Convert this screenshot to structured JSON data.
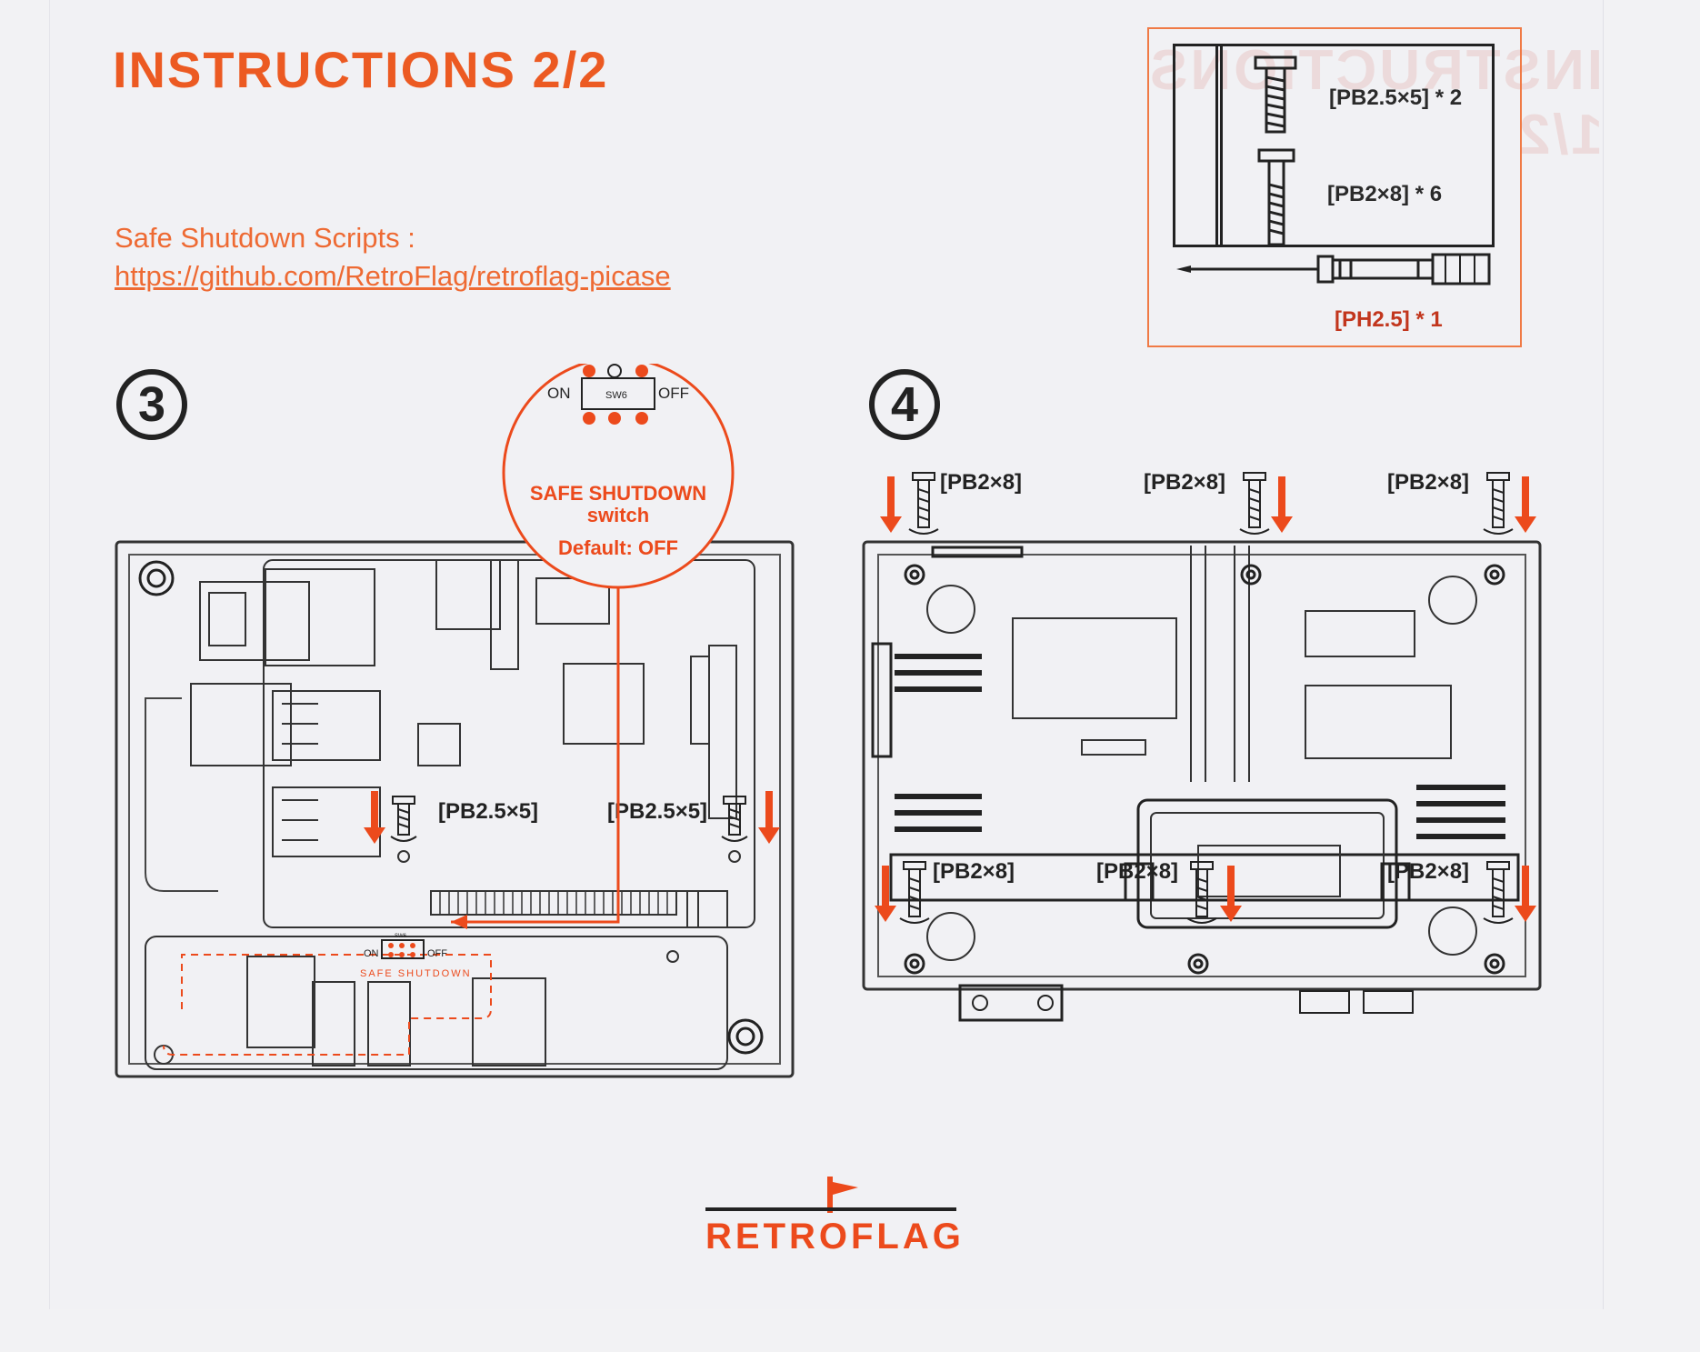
{
  "title": "INSTRUCTIONS 2/2",
  "scripts": {
    "label": "Safe Shutdown Scripts :",
    "url": "https://github.com/RetroFlag/retroflag-picase"
  },
  "parts": {
    "screw_a": "[PB2.5×5] * 2",
    "screw_b": "[PB2×8] * 6",
    "screwdriver": "[PH2.5] * 1"
  },
  "step3": {
    "number": "3",
    "callout_on": "ON",
    "callout_sw": "SW6",
    "callout_off": "OFF",
    "callout_title_1": "SAFE SHUTDOWN",
    "callout_title_2": "switch",
    "callout_default": "Default: OFF",
    "screw_left": "[PB2.5×5]",
    "screw_right": "[PB2.5×5]",
    "board_on": "ON",
    "board_sw": "SW6",
    "board_off": "OFF",
    "board_label": "SAFE SHUTDOWN"
  },
  "step4": {
    "number": "4",
    "screw_tl": "[PB2×8]",
    "screw_tc": "[PB2×8]",
    "screw_tr": "[PB2×8]",
    "screw_bl": "[PB2×8]",
    "screw_bc": "[PB2×8]",
    "screw_br": "[PB2×8]"
  },
  "logo": "RETROFLAG",
  "colors": {
    "accent": "#ec5a22",
    "line": "#222222",
    "paper": "#f1f1f4"
  }
}
